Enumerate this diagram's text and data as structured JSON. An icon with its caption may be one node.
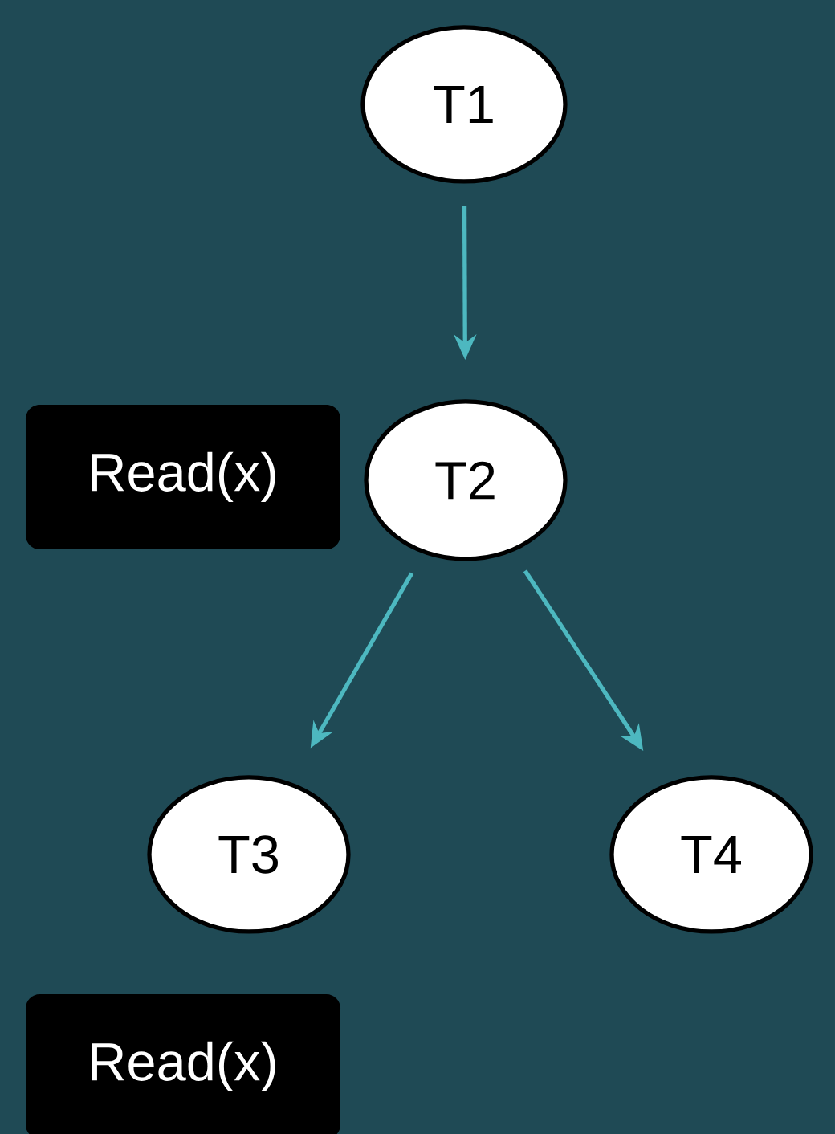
{
  "diagram": {
    "nodes": [
      {
        "text": [
          "T1"
        ]
      },
      {
        "text": [
          "Read(x)"
        ]
      },
      {
        "text": [
          "T2"
        ]
      },
      {
        "text": [
          "T3"
        ]
      },
      {
        "text": [
          "T4"
        ]
      },
      {
        "text": [
          "Read(x)"
        ]
      }
    ],
    "edges": [
      {
        "from": 0,
        "to": 2,
        "arrow": "to"
      },
      {
        "from": 2,
        "to": 3,
        "arrow": "to"
      },
      {
        "from": 2,
        "to": 4,
        "arrow": "to"
      }
    ]
  }
}
